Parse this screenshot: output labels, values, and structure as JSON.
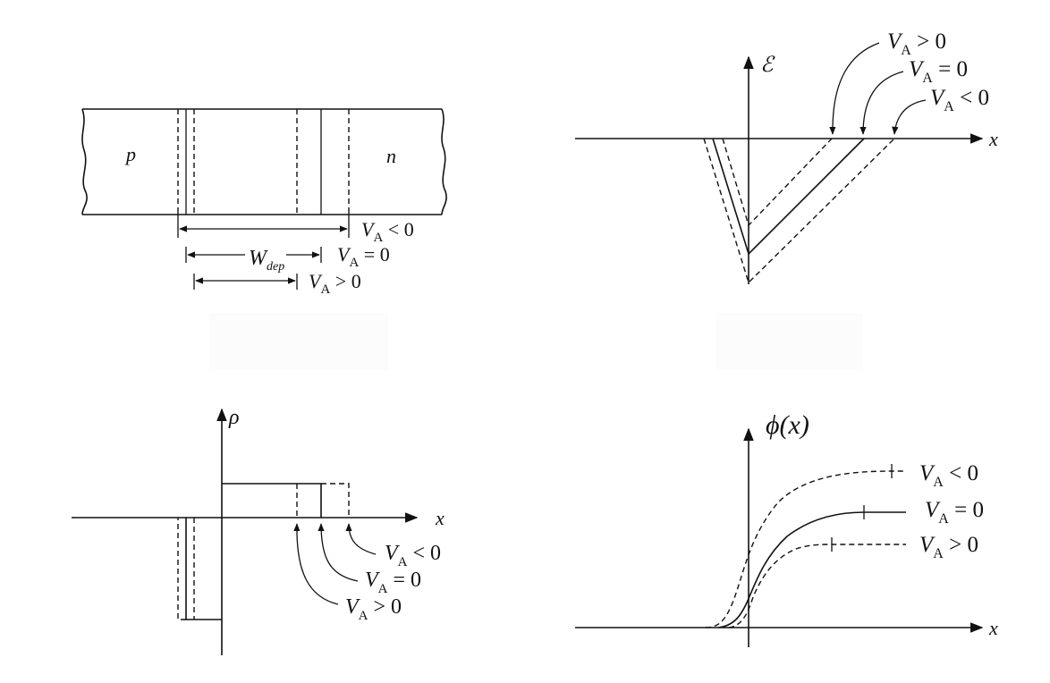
{
  "junction_panel": {
    "p_label": "p",
    "n_label": "n",
    "width_label_main": "W",
    "width_label_sub": "dep",
    "bias": {
      "neg": {
        "v": "V",
        "sub": "A",
        "rel": " < 0"
      },
      "zero": {
        "v": "V",
        "sub": "A",
        "rel": " = 0"
      },
      "pos": {
        "v": "V",
        "sub": "A",
        "rel": " > 0"
      }
    }
  },
  "field_panel": {
    "y_label": "ℰ",
    "x_label": "x",
    "bias": {
      "pos": {
        "v": "V",
        "sub": "A",
        "rel": " > 0"
      },
      "zero": {
        "v": "V",
        "sub": "A",
        "rel": " = 0"
      },
      "neg": {
        "v": "V",
        "sub": "A",
        "rel": " < 0"
      }
    }
  },
  "charge_panel": {
    "y_label": "ρ",
    "x_label": "x",
    "bias": {
      "neg": {
        "v": "V",
        "sub": "A",
        "rel": " < 0"
      },
      "zero": {
        "v": "V",
        "sub": "A",
        "rel": " = 0"
      },
      "pos": {
        "v": "V",
        "sub": "A",
        "rel": " > 0"
      }
    }
  },
  "potential_panel": {
    "y_label": "ϕ(x)",
    "x_label": "x",
    "bias": {
      "neg": {
        "v": "V",
        "sub": "A",
        "rel": " < 0"
      },
      "zero": {
        "v": "V",
        "sub": "A",
        "rel": " = 0"
      },
      "pos": {
        "v": "V",
        "sub": "A",
        "rel": " > 0"
      }
    }
  }
}
